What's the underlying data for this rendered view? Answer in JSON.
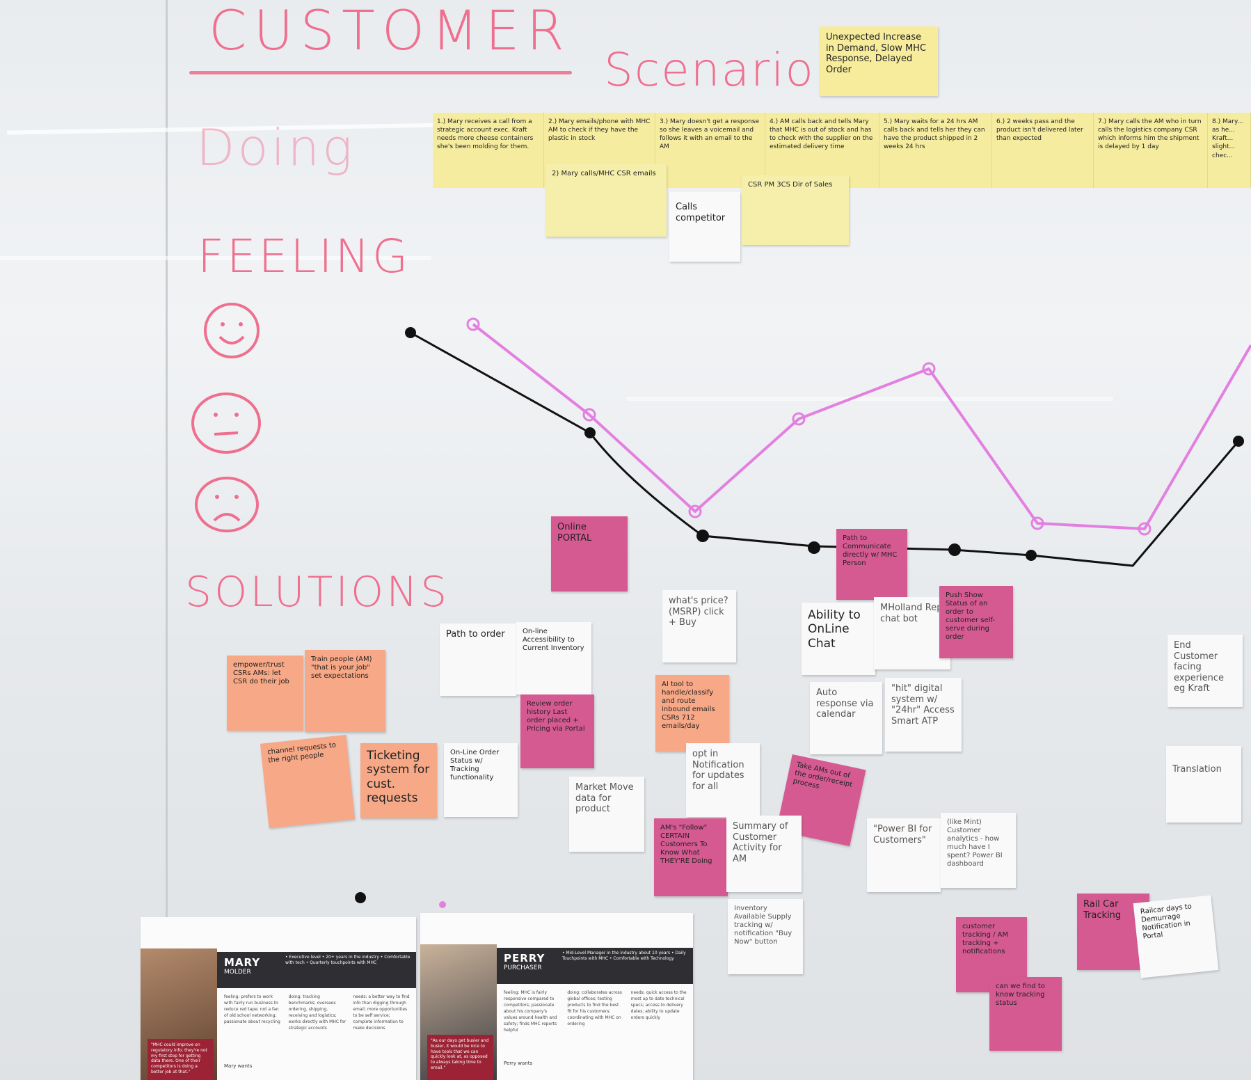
{
  "board": {
    "title": "CUSTOMER",
    "scenario_label": "Scenario 1",
    "scenario_note": "Unexpected Increase in Demand, Slow MHC Response, Delayed Order",
    "row_doing": "Doing",
    "row_feeling": "FEELING",
    "row_solutions": "SOLUTIONS"
  },
  "faces": [
    {
      "name": "happy-face-icon"
    },
    {
      "name": "neutral-face-icon"
    },
    {
      "name": "sad-face-icon"
    }
  ],
  "scenario_steps": [
    "1.) Mary receives a call from a strategic account exec. Kraft needs more cheese containers she's been molding for them.",
    "2.) Mary emails/phone with MHC AM to check if they have the plastic in stock",
    "3.) Mary doesn't get a response so she leaves a voicemail and follows it with an email to the AM",
    "4.) AM calls back and tells Mary that MHC is out of stock and has to check with the supplier on the estimated delivery time",
    "5.) Mary waits for a 24 hrs AM calls back and tells her they can have the product shipped in 2 weeks 24 hrs",
    "6.) 2 weeks pass and the product isn't delivered later than expected",
    "7.) Mary calls the AM who in turn calls the logistics company CSR which informs him the shipment is delayed by 1 day",
    "8.) Mary... as he... Kraft... slight... chec..."
  ],
  "doing_extras": {
    "mary_calls": "2) Mary calls/MHC CSR emails",
    "calls_competitor": "Calls competitor",
    "roles": "CSR PM 3CS Dir of Sales"
  },
  "solutions": {
    "online_portal": "Online PORTAL",
    "path_to_communicate": "Path to Communicate directly w/ MHC Person",
    "whats_price": "what's price? (MSRP) click + Buy",
    "ability_online_chat": "Ability to OnLine Chat",
    "mholland_rep": "MHolland Rep chat bot",
    "show_status": "Push Show Status of an order to customer self-serve during order",
    "end_customer": "End Customer facing experience eg Kraft",
    "empower_csrs": "empower/trust CSRs AMs: let CSR do their job",
    "train_people": "Train people (AM) \"that is your job\" set expectations",
    "path_to_order": "Path to order",
    "online_accessibility": "On-line Accessibility to Current Inventory",
    "review_order": "Review order history Last order placed + Pricing via Portal",
    "ai_tool": "AI tool to handle/classify and route inbound emails CSRs 712 emails/day",
    "auto_response": "Auto response via calendar",
    "hit_digital": "\"hit\" digital system w/ \"24hr\" Access Smart ATP",
    "translation": "Translation",
    "channel_requests": "channel requests to the right people",
    "ticketing_system": "Ticketing system for cust. requests",
    "online_order_status": "On-Line Order Status w/ Tracking functionality",
    "market_move": "Market Move data for product",
    "notification": "opt in Notification for updates for all",
    "take_ams_out": "Take AMs out of the order/receipt process",
    "ams_follow": "AM's \"Follow\" CERTAIN Customers To Know What THEY'RE Doing",
    "summary_activity": "Summary of Customer Activity for AM",
    "power_bi": "\"Power BI for Customers\"",
    "customer_analytics": "(like Mint) Customer analytics - how much have I spent? Power BI dashboard",
    "rail_car_tracking": "Rail Car Tracking",
    "railcar_days": "Railcar days to Demurrage Notification in Portal",
    "inventory_supply": "Inventory Available Supply tracking w/ notification \"Buy Now\" button",
    "customer_tracking": "customer tracking / AM tracking + notifications",
    "can_we_find": "can we find to know tracking status"
  },
  "personas": [
    {
      "name": "MARY",
      "surname": "MOLDER",
      "facts": "• Executive level • 20+ years in the industry • Comfortable with tech • Quarterly touchpoints with MHC",
      "feeling": "feeling: prefers to work with fairly run business to reduce red tape; not a fan of old school networking; passionate about recycling",
      "doing": "doing: tracking benchmarks; oversees ordering, shipping, receiving and logistics; works directly with MHC for strategic accounts",
      "needs": "needs: a better way to find info than digging through email; more opportunities to be self service; complete information to make decisions",
      "quote": "\"MHC could improve on regulatory info; they're not my first stop for getting data there. One of their competitors is doing a better job at that.\"",
      "wants": "Mary wants"
    },
    {
      "name": "PERRY",
      "surname": "PURCHASER",
      "facts": "• Mid-Level Manager in the industry about 10 years • Daily Touchpoints with MHC • Comfortable with Technology",
      "feeling": "feeling: MHC is fairly responsive compared to competitors; passionate about his company's values around health and safety; finds MHC reports helpful",
      "doing": "doing: collaborates across global offices; testing products to find the best fit for his customers; coordinating with MHC on ordering",
      "needs": "needs: quick access to the most up to date technical specs; access to delivery dates; ability to update orders quickly",
      "quote": "\"As our days get busier and busier, it would be nice to have tools that we can quickly look at, as opposed to always taking time to email.\"",
      "wants": "Perry wants"
    }
  ],
  "lines": {
    "colors": {
      "pink_line": "#e37fe0",
      "black_line": "#111111",
      "marker": "#ef6f8f"
    }
  }
}
